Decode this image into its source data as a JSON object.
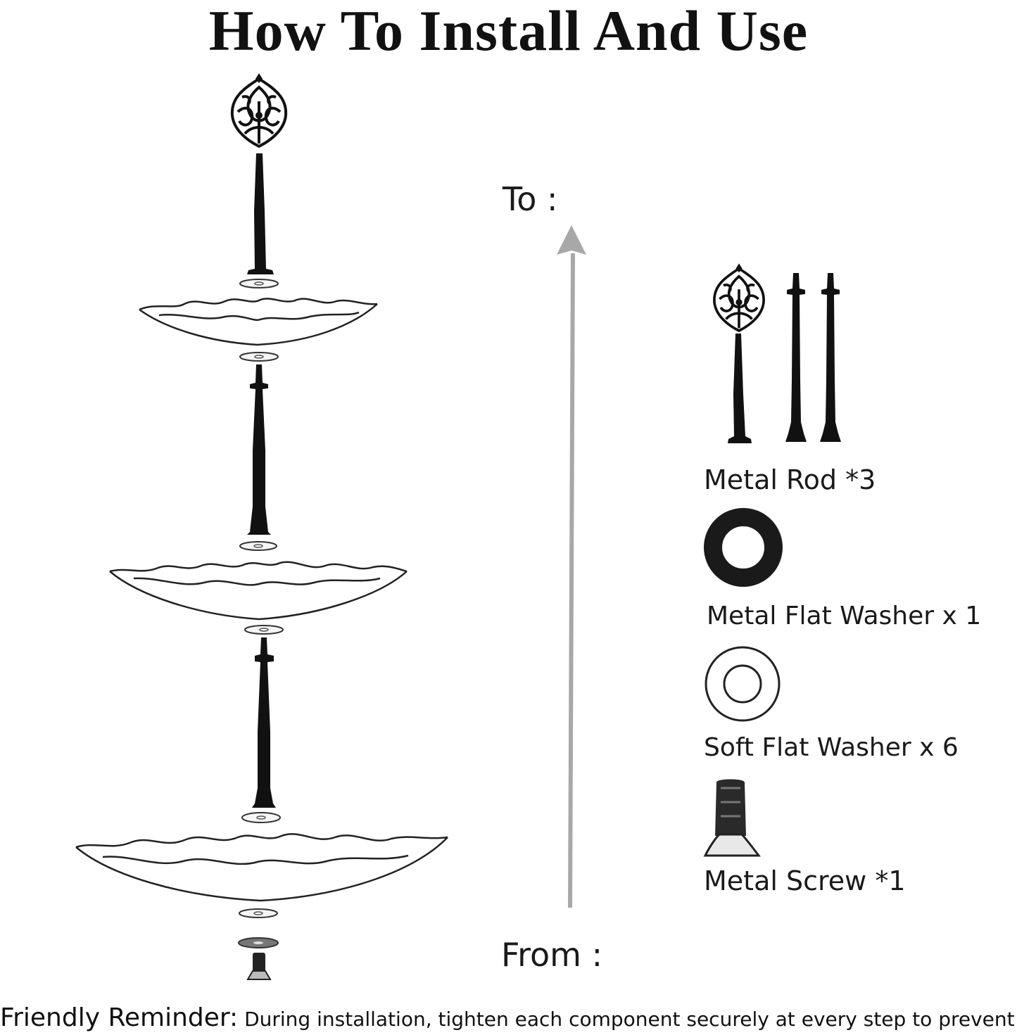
{
  "title": "How To Install And Use",
  "direction": {
    "to_label": "To :",
    "from_label": "From :"
  },
  "parts": [
    {
      "label": "Metal Rod *3",
      "icon": "metal-rod-icon"
    },
    {
      "label": "Metal Flat Washer x 1",
      "icon": "metal-flat-washer-icon"
    },
    {
      "label": "Soft Flat Washer x 6",
      "icon": "soft-flat-washer-icon"
    },
    {
      "label": "Metal Screw *1",
      "icon": "metal-screw-icon"
    }
  ],
  "reminder": {
    "heading": "Friendly Reminder:",
    "text": " During installation, tighten each component securely at every step to prevent"
  },
  "colors": {
    "ink": "#111111",
    "arrow": "#a8a8a8",
    "washer_fill": "#e8e8e8"
  }
}
